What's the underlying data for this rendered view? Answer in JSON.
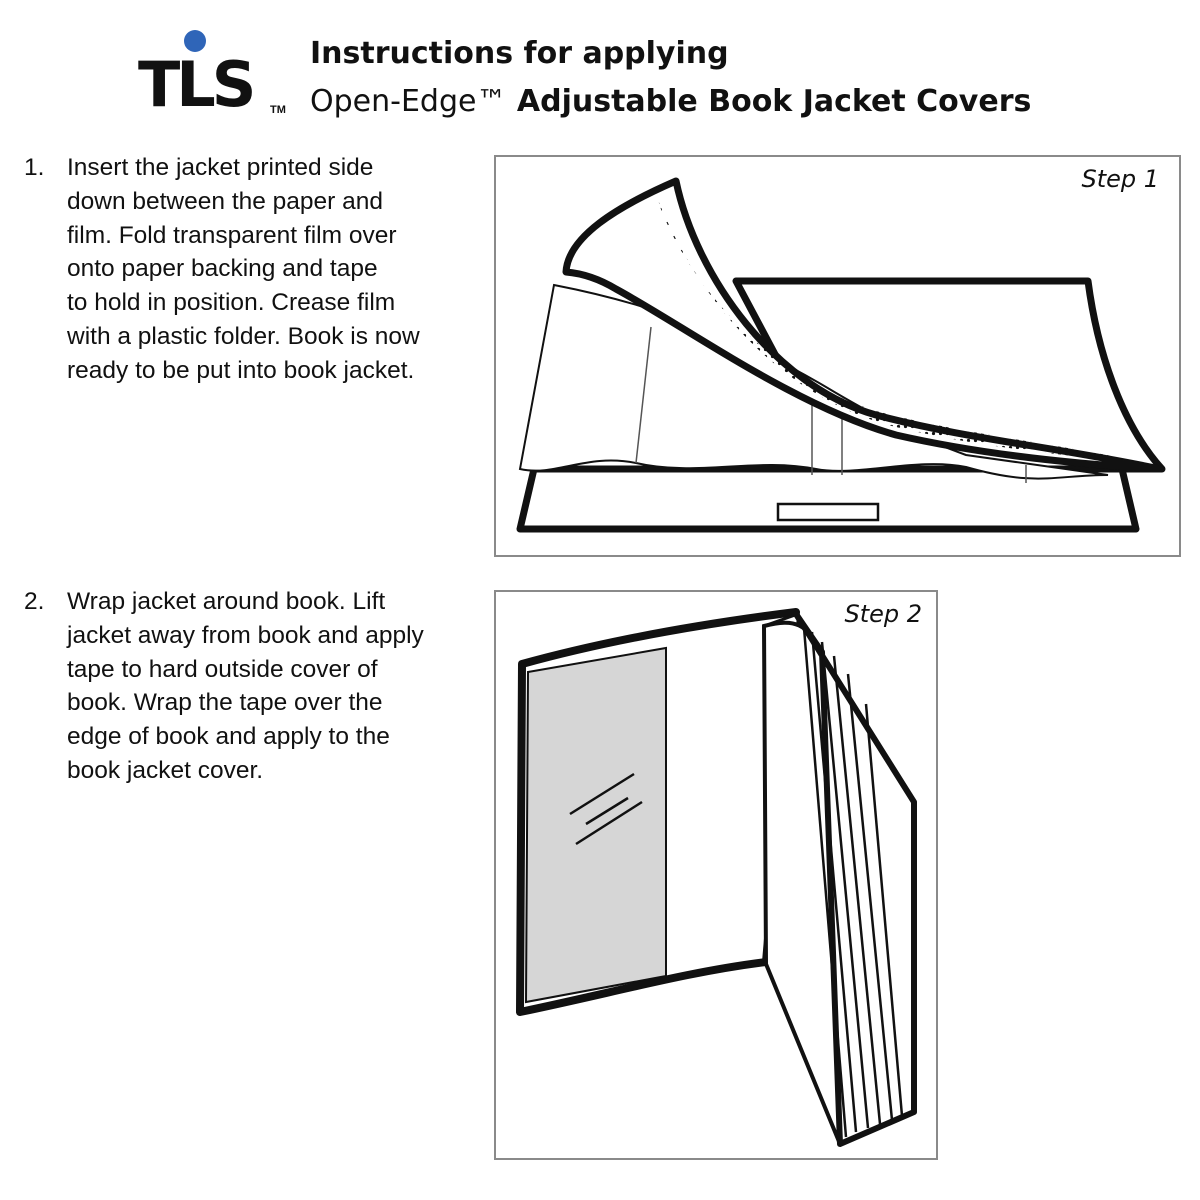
{
  "header": {
    "logo_text": "TLS",
    "logo_tm": "TM",
    "title_line1": "Instructions for applying",
    "title_brand": "Open-Edge™",
    "title_rest": " Adjustable Book Jacket Covers"
  },
  "steps": [
    {
      "number": "1.",
      "lines": [
        "Insert the jacket printed side",
        "down between the paper and",
        "film. Fold transparent film over",
        "onto paper backing and tape",
        "to hold in position. Crease film",
        "with a plastic folder. Book is now",
        "ready to be put into book jacket."
      ],
      "figure_label": "Step 1"
    },
    {
      "number": "2.",
      "lines": [
        "Wrap jacket around book. Lift",
        "jacket away from book and apply",
        "tape to hard outside cover of",
        "book. Wrap the tape over the",
        "edge of book and apply to the",
        "book jacket cover."
      ],
      "figure_label": "Step 2"
    }
  ],
  "icons": [
    "tls-logo",
    "step1-illustration",
    "step2-illustration"
  ],
  "colors": {
    "logo_blue": "#2f65b8",
    "text": "#111111",
    "panel_border": "#8a8a8a",
    "cover_shade": "#d6d6d6"
  }
}
